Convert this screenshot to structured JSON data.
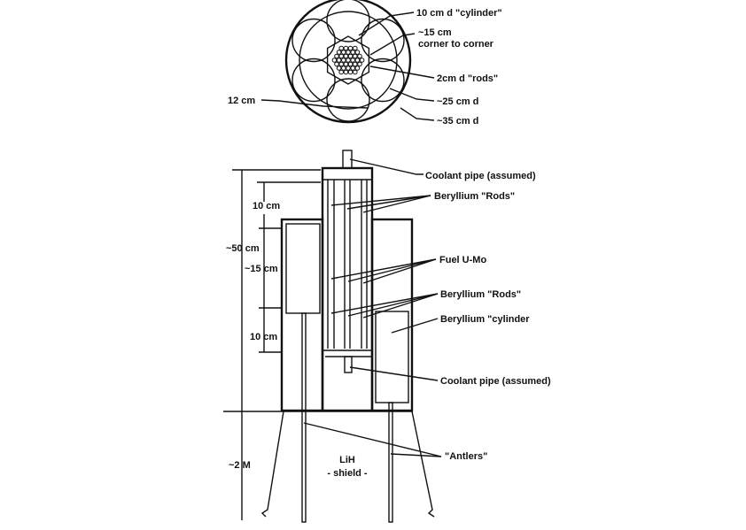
{
  "top_view": {
    "labels": {
      "cylinder": "10 cm d \"cylinder\"",
      "corner_1": "~15 cm",
      "corner_2": "corner to corner",
      "rods": "2cm d \"rods\"",
      "inner_d": "~25 cm d",
      "outer_d": "~35 cm d",
      "spacing": "12 cm"
    }
  },
  "side_view": {
    "labels": {
      "coolant_top": "Coolant pipe (assumed)",
      "be_rods_top": "Beryllium \"Rods\"",
      "fuel": "Fuel U-Mo",
      "be_rods_bottom": "Beryllium \"Rods\"",
      "be_cylinder": "Beryllium \"cylinder",
      "coolant_bottom": "Coolant pipe (assumed)",
      "antlers": "\"Antlers\"",
      "shield_1": "LiH",
      "shield_2": "- shield -",
      "dim_10_top": "10 cm",
      "dim_50": "~50 cm",
      "dim_15": "~15 cm",
      "dim_10_bottom": "10 cm",
      "dim_2m": "~2 M"
    }
  },
  "colors": {
    "ink": "#111111",
    "background": "#ffffff"
  }
}
